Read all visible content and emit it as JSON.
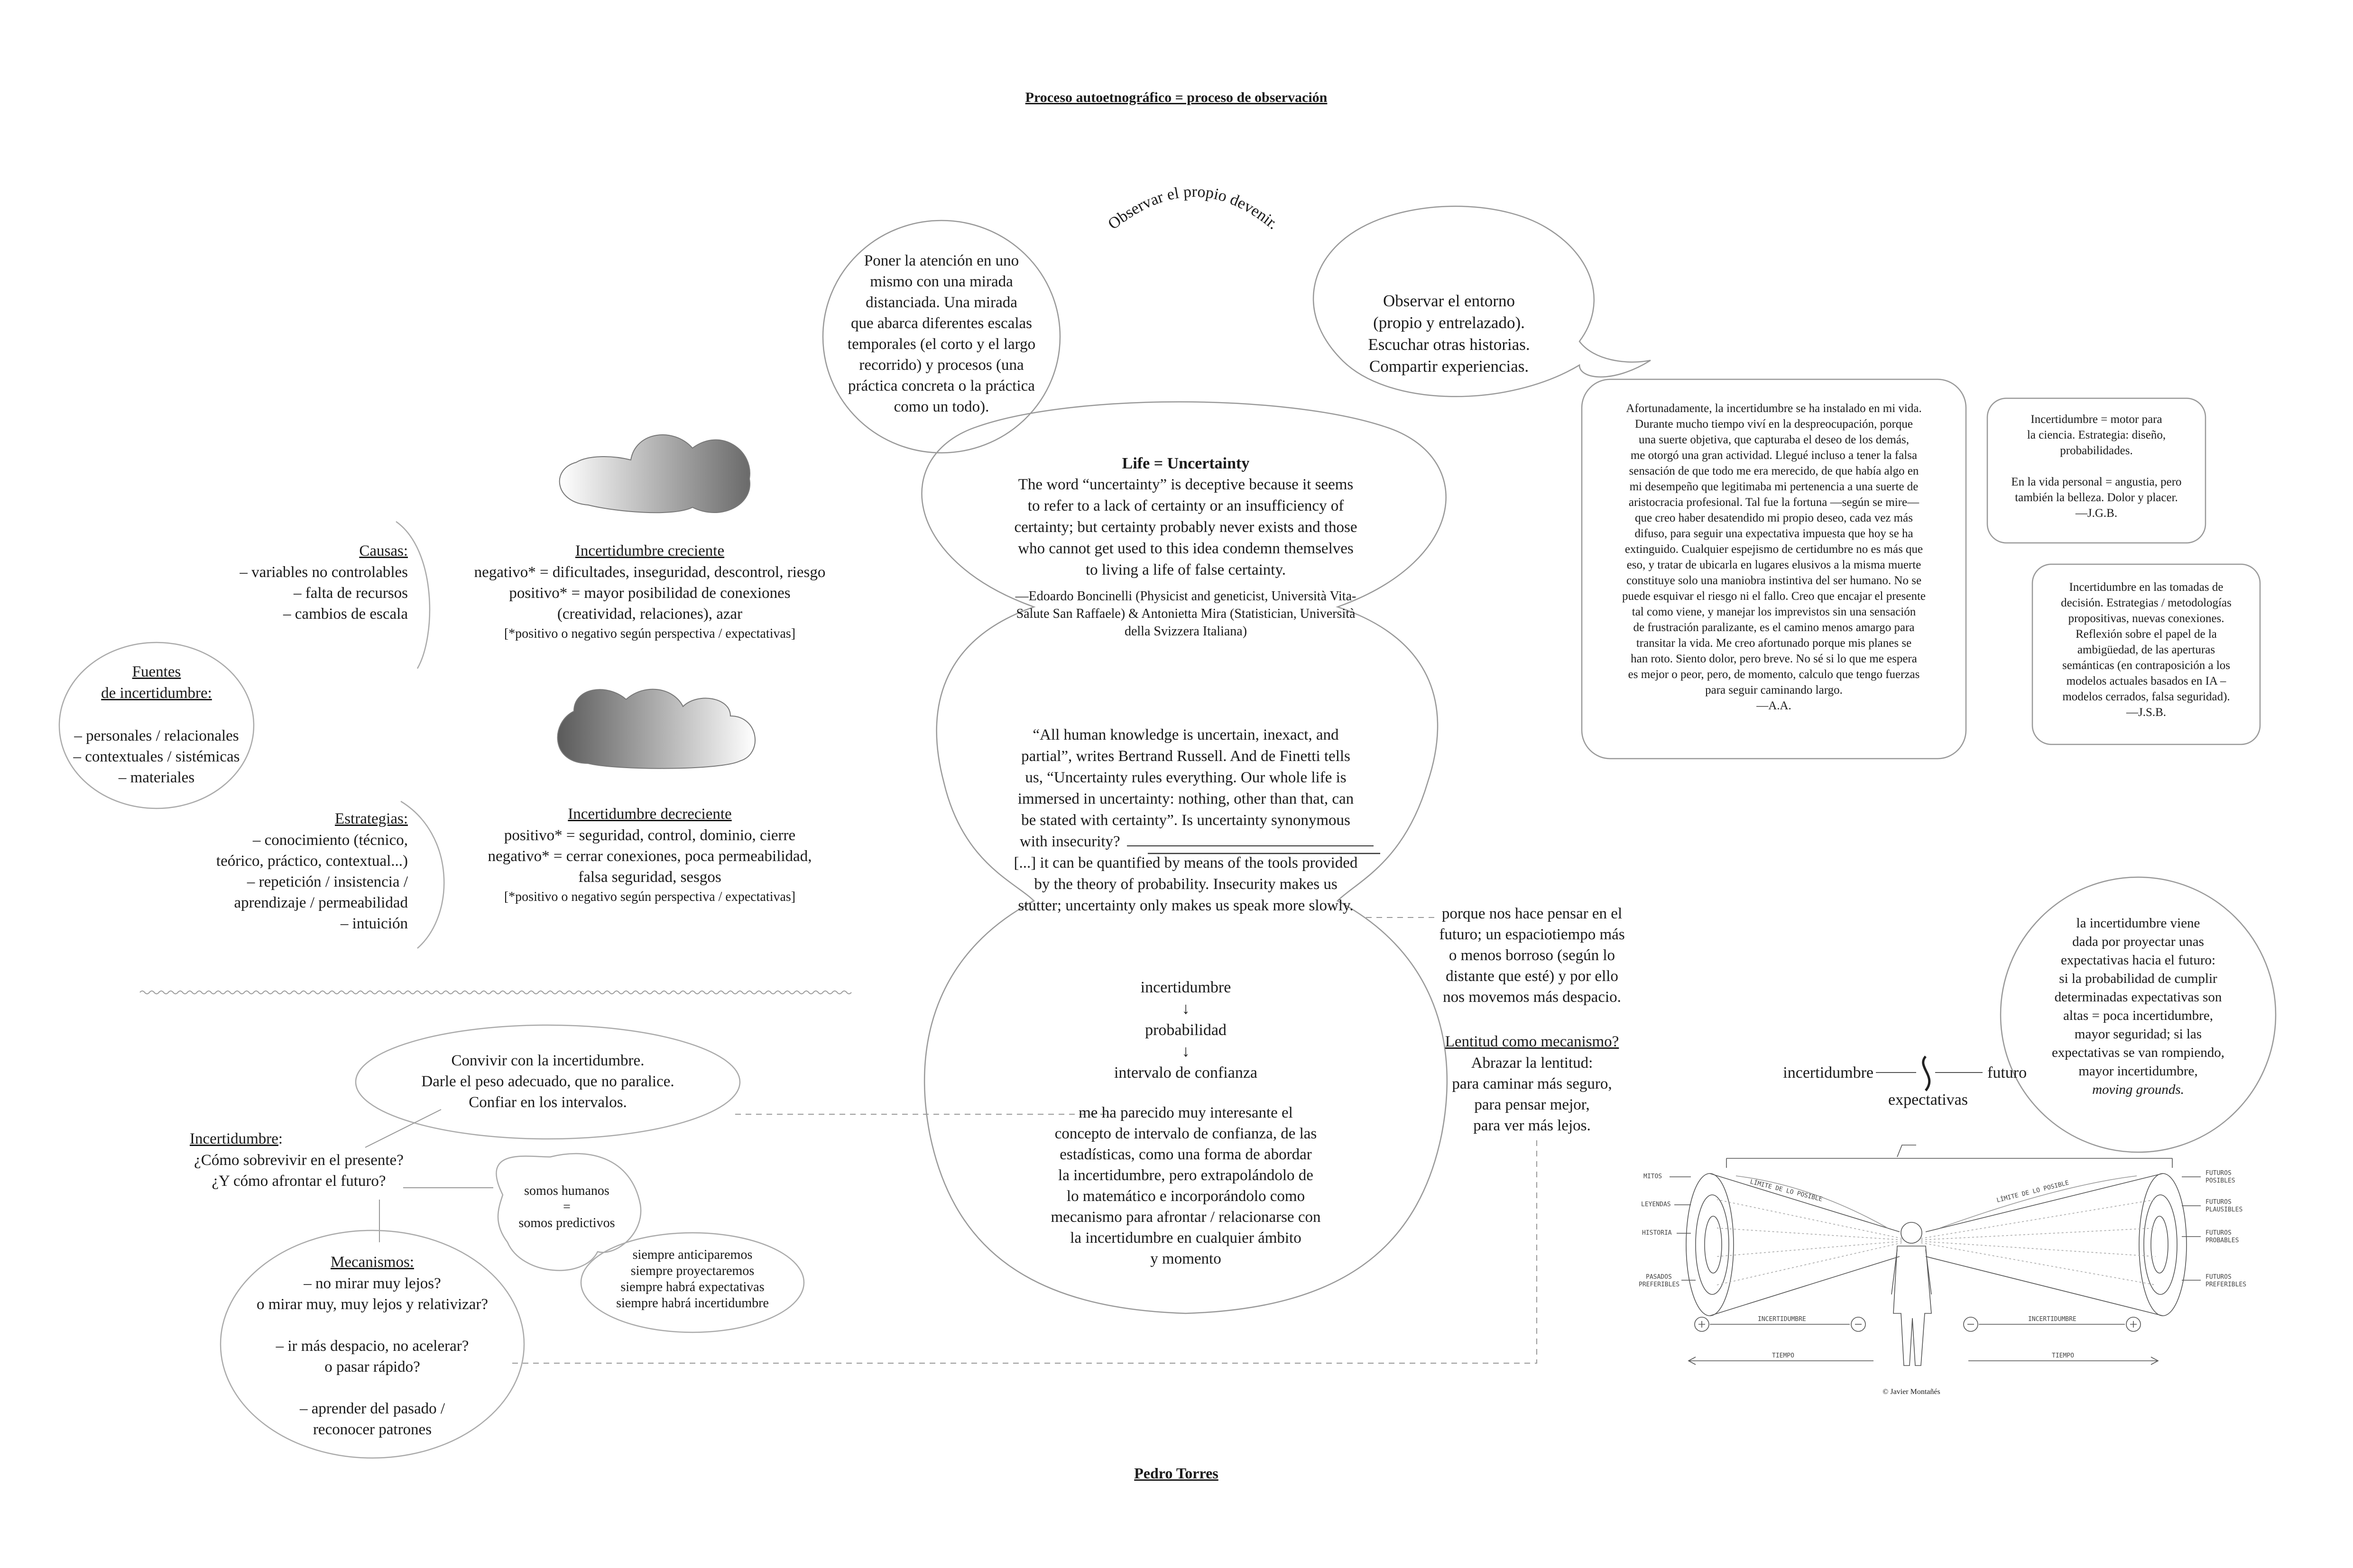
{
  "header": {
    "title": "Proceso autoetnográfico = proceso de observación"
  },
  "arc_text": "Observar el propio devenir.",
  "bubble_self": [
    "Poner la atención en uno",
    "mismo con una mirada",
    "distanciada. Una mirada",
    "que abarca diferentes escalas",
    "temporales (el corto y el largo",
    "recorrido) y procesos (una",
    "práctica concreta o la práctica",
    "como un todo)."
  ],
  "bubble_env": [
    "Observar el entorno",
    "(propio y entrelazado).",
    "Escuchar otras historias.",
    "Compartir experiencias."
  ],
  "life": {
    "title": "Life = Uncertainty",
    "body": [
      "The word “uncertainty” is deceptive because it seems",
      "to  refer to a lack of certainty or an insufficiency of",
      "certainty; but certainty probably never exists and those",
      "who cannot get used to this idea condemn themselves",
      "to living a life of false certainty."
    ],
    "cite": [
      "—Edoardo Boncinelli (Physicist and geneticist, Università Vita-",
      "Salute San Raffaele) & Antonietta Mira (Statistician, Università",
      "della Svizzera Italiana)"
    ]
  },
  "knowledge": {
    "lines": [
      "“All human knowledge is uncertain, inexact, and",
      "partial”, writes Bertrand Russell. And de Finetti tells",
      "us, “Uncertainty rules everything. Our whole life is",
      "immersed in uncertainty: nothing, other than that, can",
      "be stated with certainty”. Is uncertainty synonymous",
      "with insecurity?",
      "[...] it can be quantified by means of the tools provided",
      "by the theory of probability. Insecurity makes us",
      "stutter; uncertainty only makes us speak more slowly."
    ]
  },
  "chain": {
    "items": [
      "incertidumbre",
      "↓",
      "probabilidad",
      "↓",
      "intervalo de confianza"
    ],
    "body": [
      "me ha parecido muy interesante el",
      "concepto de intervalo de confianza, de las",
      "estadísticas, como una forma de abordar",
      "la incertidumbre, pero extrapolándolo de",
      "lo matemático e incorporándolo como",
      "mecanismo para afrontar / relacionarse con",
      "la incertidumbre en cualquier ámbito",
      "y momento"
    ]
  },
  "slowness": {
    "reason": [
      "porque nos hace pensar en el",
      "futuro; un espaciotiempo más",
      "o menos borroso (según lo",
      "distante que esté) y por ello",
      "nos movemos más despacio."
    ],
    "title": "Lentitud como mecanismo?",
    "lines": [
      "Abrazar la lentitud:",
      "para caminar más seguro,",
      "para pensar mejor,",
      "para ver más lejos."
    ]
  },
  "causes": {
    "title": "Causas:",
    "items": [
      "– variables no controlables",
      "– falta de recursos",
      "– cambios de escala"
    ]
  },
  "growing": {
    "title": "Incertidumbre creciente",
    "lines": [
      "negativo* = dificultades, inseguridad, descontrol, riesgo",
      "positivo* = mayor posibilidad de conexiones",
      "(creatividad, relaciones), azar"
    ],
    "note": "[*positivo o negativo según perspectiva / expectativas]"
  },
  "sources": {
    "title1": "Fuentes",
    "title2": "de incertidumbre:",
    "items": [
      "– personales / relacionales",
      "– contextuales / sistémicas",
      "– materiales"
    ]
  },
  "strategies": {
    "title": "Estrategias:",
    "items": [
      "– conocimiento (técnico,",
      "teórico, práctico, contextual...)",
      "– repetición / insistencia /",
      "aprendizaje / permeabilidad",
      "– intuición"
    ]
  },
  "decreasing": {
    "title": "Incertidumbre decreciente",
    "lines": [
      "positivo* = seguridad, control, dominio, cierre",
      "negativo* = cerrar conexiones, poca permeabilidad,",
      "falsa seguridad, sesgos"
    ],
    "note": "[*positivo o negativo según perspectiva / expectativas]"
  },
  "testimony_aa": {
    "lines": [
      "Afortunadamente, la incertidumbre se ha instalado en mi vida.",
      "Durante mucho tiempo viví en la despreocupación, porque",
      "una suerte objetiva, que capturaba el deseo de los demás,",
      "me otorgó una gran actividad. Llegué incluso a tener la falsa",
      "sensación de que todo me era merecido, de que había algo en",
      "mi desempeño que legitimaba mi pertenencia a una suerte de",
      "aristocracia profesional. Tal fue la fortuna —según se mire—",
      "que creo haber desatendido mi propio deseo, cada vez más",
      "difuso, para seguir una expectativa impuesta que hoy se ha",
      "extinguido. Cualquier espejismo de certidumbre no es más que",
      "eso, y tratar de ubicarla en lugares elusivos a la misma muerte",
      "constituye solo una maniobra instintiva del ser humano. No se",
      "puede esquivar el riesgo ni el fallo. Creo que encajar el presente",
      "tal como viene, y manejar los imprevistos sin una sensación",
      "de frustración paralizante, es el camino menos amargo para",
      "transitar la vida. Me creo afortunado porque mis planes se",
      "han roto. Siento dolor, pero breve. No sé si lo que me espera",
      "es mejor o peor, pero, de momento, calculo que tengo fuerzas",
      "para seguir caminando largo.",
      "—A.A."
    ]
  },
  "testimony_jgb": {
    "lines": [
      "Incertidumbre = motor para",
      "la ciencia. Estrategia: diseño,",
      "probabilidades.",
      "",
      "En la vida personal = angustia, pero",
      "también la belleza. Dolor y placer.",
      "—J.G.B."
    ]
  },
  "testimony_jsb": {
    "lines": [
      "Incertidumbre en las tomadas de",
      "decisión. Estrategias / metodologías",
      "propositivas, nuevas conexiones.",
      "Reflexión sobre el papel de la",
      "ambigüedad, de las aperturas",
      "semánticas (en contraposición a los",
      "modelos actuales basados en IA –",
      "modelos cerrados, falsa seguridad).",
      "—J.S.B."
    ]
  },
  "expect_circle": {
    "lines": [
      "la incertidumbre viene",
      "dada por proyectar unas",
      "expectativas hacia el futuro:",
      "si la probabilidad de cumplir",
      "determinadas expectativas son",
      "altas = poca incertidumbre,",
      "mayor seguridad; si las",
      "expectativas se van rompiendo,",
      "mayor incertidumbre,"
    ],
    "italic": "moving grounds."
  },
  "expect_diagram": {
    "left": "incertidumbre",
    "right": "futuro",
    "below": "expectativas"
  },
  "illustration": {
    "left_labels": [
      "MITOS",
      "LEYENDAS",
      "HISTORIA",
      "PASADOS",
      "PREFERIBLES"
    ],
    "right_labels": [
      "FUTUROS",
      "POSIBLES",
      "FUTUROS",
      "PLAUSIBLES",
      "FUTUROS",
      "PROBABLES",
      "FUTUROS",
      "PREFERIBLES"
    ],
    "arc_left": "LÍMITE DE LO POSIBLE",
    "arc_right": "LÍMITE DE LO POSIBLE",
    "bar_left": "INCERTIDUMBRE",
    "bar_right": "INCERTIDUMBRE",
    "time_left": "TIEMPO",
    "time_right": "TIEMPO",
    "credit": "© Javier Montañés"
  },
  "coexist": {
    "lines": [
      "Convivir con la incertidumbre.",
      "Darle el peso adecuado, que no paralice.",
      "Confiar en los intervalos."
    ]
  },
  "question": {
    "title": "Incertidumbre",
    "colon": ":",
    "lines": [
      "¿Cómo sobrevivir en el presente?",
      "¿Y cómo afrontar el futuro?"
    ]
  },
  "humans": {
    "lines": [
      "somos humanos",
      "=",
      "somos predictivos"
    ]
  },
  "always": {
    "lines": [
      "siempre anticiparemos",
      "siempre proyectaremos",
      "siempre habrá expectativas",
      "siempre habrá incertidumbre"
    ]
  },
  "mechanisms": {
    "title": "Mecanismos:",
    "lines": [
      "– no mirar muy lejos?",
      "o mirar muy, muy lejos y relativizar?",
      "",
      "– ir más despacio, no acelerar?",
      "o pasar rápido?",
      "",
      "– aprender del pasado /",
      "reconocer patrones"
    ]
  },
  "footer": {
    "author": "Pedro Torres"
  }
}
